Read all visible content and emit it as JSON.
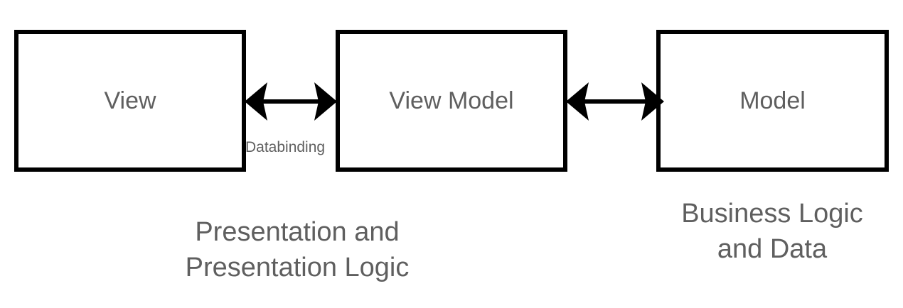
{
  "diagram": {
    "boxes": {
      "view": "View",
      "view_model": "View Model",
      "model": "Model"
    },
    "connector_label": "Databinding",
    "groups": {
      "presentation": [
        "Presentation and",
        "Presentation Logic"
      ],
      "business": [
        "Business Logic",
        "and Data"
      ]
    }
  },
  "colors": {
    "stroke": "#000000",
    "text": "#5f5f5f",
    "background": "#ffffff"
  }
}
